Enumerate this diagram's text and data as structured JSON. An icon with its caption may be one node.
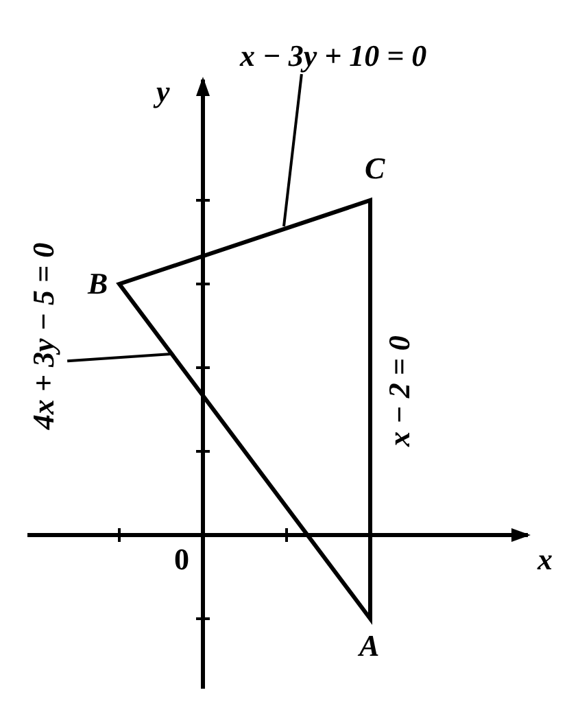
{
  "diagram": {
    "nodes": [
      {
        "text": [
          "x − 3y + 10 = 0"
        ]
      },
      {
        "text": [
          "4x + 3y − 5 = 0"
        ]
      }
    ],
    "edges": [
      {
        "from": 0,
        "to": null,
        "arrow": "none"
      },
      {
        "from": 1,
        "to": null,
        "arrow": "none"
      }
    ],
    "labels": [
      "y",
      "C",
      "B",
      "x − 2 = 0",
      "0",
      "x",
      "A"
    ]
  }
}
